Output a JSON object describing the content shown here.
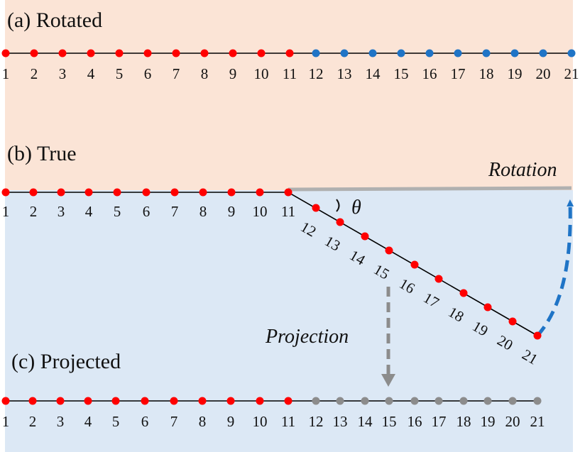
{
  "panels": {
    "rotated": {
      "label": "(a) Rotated"
    },
    "true": {
      "label": "(b) True"
    },
    "projected": {
      "label": "(c) Projected"
    }
  },
  "annotations": {
    "rotation": "Rotation",
    "projection": "Projection",
    "theta": "θ"
  },
  "nodes": {
    "count": 21,
    "break_after": 11,
    "numbers": [
      "1",
      "2",
      "3",
      "4",
      "5",
      "6",
      "7",
      "8",
      "9",
      "10",
      "11",
      "12",
      "13",
      "14",
      "15",
      "16",
      "17",
      "18",
      "19",
      "20",
      "21"
    ]
  },
  "colors": {
    "top_background": "#fbe4d6",
    "bottom_background": "#dce8f5",
    "red_node": "#ff0000",
    "blue_node": "#1f74c6",
    "gray_node": "#8c8c8c",
    "chain_line": "#000000",
    "rotation_arrow": "#1f74c6",
    "projection_arrow": "#8c8c8c",
    "true_horizontal": "#b0b0b0"
  }
}
